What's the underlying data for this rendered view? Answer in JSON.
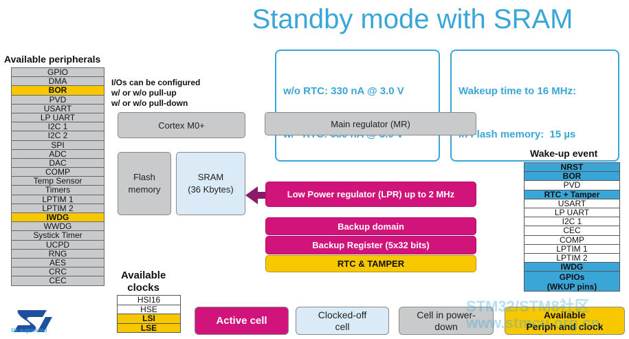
{
  "title": "Standby mode with SRAM",
  "peripherals": {
    "heading": "Available peripherals",
    "items": [
      {
        "label": "GPIO",
        "highlight": false
      },
      {
        "label": "DMA",
        "highlight": false
      },
      {
        "label": "BOR",
        "highlight": true
      },
      {
        "label": "PVD",
        "highlight": false
      },
      {
        "label": "USART",
        "highlight": false
      },
      {
        "label": "LP UART",
        "highlight": false
      },
      {
        "label": "I2C 1",
        "highlight": false
      },
      {
        "label": "I2C 2",
        "highlight": false
      },
      {
        "label": "SPI",
        "highlight": false
      },
      {
        "label": "ADC",
        "highlight": false
      },
      {
        "label": "DAC",
        "highlight": false
      },
      {
        "label": "COMP",
        "highlight": false
      },
      {
        "label": "Temp Sensor",
        "highlight": false
      },
      {
        "label": "Timers",
        "highlight": false
      },
      {
        "label": "LPTIM 1",
        "highlight": false
      },
      {
        "label": "LPTIM 2",
        "highlight": false
      },
      {
        "label": "IWDG",
        "highlight": true
      },
      {
        "label": "WWDG",
        "highlight": false
      },
      {
        "label": "Systick Timer",
        "highlight": false
      },
      {
        "label": "UCPD",
        "highlight": false
      },
      {
        "label": "RNG",
        "highlight": false
      },
      {
        "label": "AES",
        "highlight": false
      },
      {
        "label": "CRC",
        "highlight": false
      },
      {
        "label": "CEC",
        "highlight": false
      }
    ]
  },
  "io_note": {
    "line1": "I/Os can be configured",
    "line2": "w/ or w/o pull-up",
    "line3": "w/ or w/o pull-down"
  },
  "current_box": {
    "line1": "w/o RTC: 330 nA @ 3.0 V",
    "line2": "w/   RTC: 680 nA @ 3.0 V"
  },
  "wakeup_box": {
    "line1": "Wakeup time to 16 MHz:",
    "line2": "In Flash memory:  15 µs"
  },
  "blocks": {
    "cortex": "Cortex M0+",
    "main_regulator": "Main regulator (MR)",
    "flash": "Flash\nmemory",
    "sram": "SRAM\n(36 Kbytes)",
    "lpr": "Low Power regulator (LPR) up to 2 MHz",
    "backup_domain": "Backup domain",
    "backup_register": "Backup Register (5x32 bits)",
    "rtc_tamper": "RTC & TAMPER"
  },
  "wakeup": {
    "heading": "Wake-up event",
    "items": [
      {
        "label": "NRST",
        "highlight": true
      },
      {
        "label": "BOR",
        "highlight": true
      },
      {
        "label": "PVD",
        "highlight": false
      },
      {
        "label": "RTC + Tamper",
        "highlight": true
      },
      {
        "label": "USART",
        "highlight": false
      },
      {
        "label": "LP UART",
        "highlight": false
      },
      {
        "label": "I2C 1",
        "highlight": false
      },
      {
        "label": "CEC",
        "highlight": false
      },
      {
        "label": "COMP",
        "highlight": false
      },
      {
        "label": "LPTIM 1",
        "highlight": false
      },
      {
        "label": "LPTIM 2",
        "highlight": false
      },
      {
        "label": "IWDG",
        "highlight": true
      },
      {
        "label": "GPIOs\n(WKUP pins)",
        "highlight": true
      }
    ]
  },
  "clocks": {
    "heading": "Available\nclocks",
    "items": [
      {
        "label": "HSI16",
        "highlight": false
      },
      {
        "label": "HSE",
        "highlight": false
      },
      {
        "label": "LSI",
        "highlight": true
      },
      {
        "label": "LSE",
        "highlight": true
      }
    ]
  },
  "legend": {
    "active": "Active cell",
    "clocked_off": "Clocked-off\ncell",
    "powered_down": "Cell in power-\ndown",
    "available": "Available\nPeriph and clock"
  },
  "logo": {
    "tagline": "life.augmented"
  },
  "watermark": {
    "line1": "STM32/STM8社区",
    "line2": "www.stmcu.org.cn"
  },
  "colors": {
    "accent_blue": "#3aa6d8",
    "magenta": "#d1147b",
    "yellow": "#f7c800",
    "gray": "#c8cacc",
    "light_blue": "#daeaf6"
  }
}
